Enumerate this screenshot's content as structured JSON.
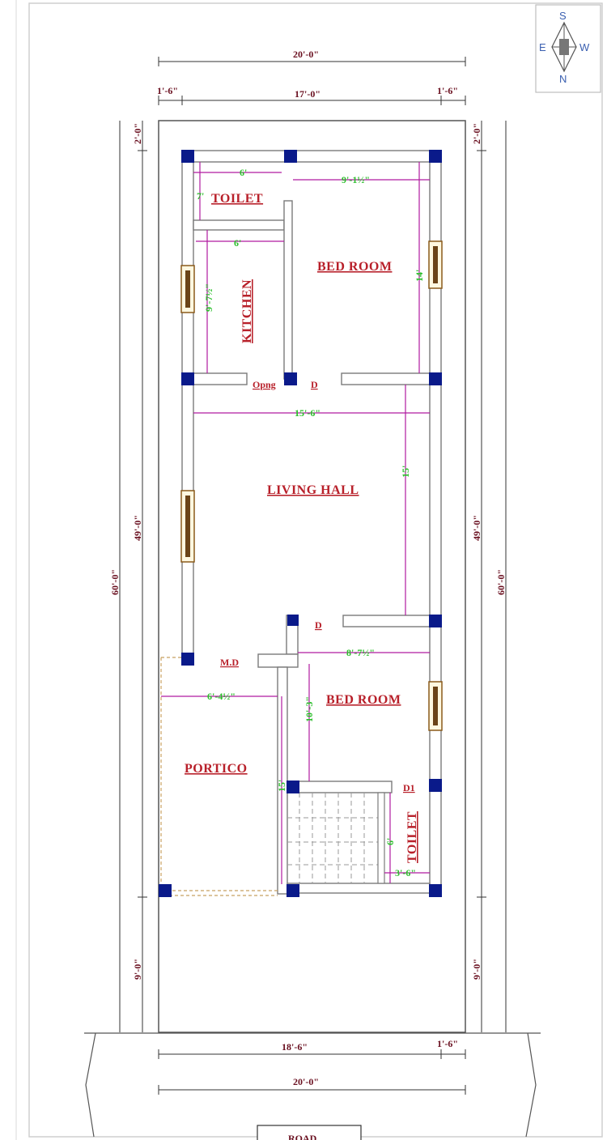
{
  "rooms": {
    "toilet_top": "TOILET",
    "bed_room_top": "BED ROOM",
    "kitchen": "KITCHEN",
    "living_hall": "LIVING HALL",
    "bed_room_bottom": "BED ROOM",
    "portico": "PORTICO",
    "toilet_bottom": "TOILET"
  },
  "doors": {
    "opening": "Opng",
    "d_top": "D",
    "d_mid": "D",
    "main_door": "M.D",
    "d1": "D1"
  },
  "dimensions": {
    "outer_width_top": "20'-0\"",
    "setback_left": "1'-6\"",
    "inner_width": "17'-0\"",
    "setback_right": "1'-6\"",
    "front_setback_left": "2'-0\"",
    "front_setback_right": "2'-0\"",
    "building_depth_left": "49'-0\"",
    "building_depth_right": "49'-0\"",
    "total_depth_left": "60'-0\"",
    "total_depth_right": "60'-0\"",
    "rear_setback_left": "9'-0\"",
    "rear_setback_right": "9'-0\"",
    "bottom_width": "18'-6\"",
    "bottom_setback": "1'-6\"",
    "outer_width_bottom": "20'-0\""
  },
  "room_dimensions": {
    "toilet_top_width": "6'",
    "toilet_top_depth": "7'",
    "bed_room_top_width": "9'-1½\"",
    "bed_room_top_depth": "14'",
    "kitchen_width": "6'",
    "kitchen_depth": "9'-7½\"",
    "living_hall_width": "15'-6\"",
    "living_hall_depth": "15'",
    "bed_room_bottom_width": "8'-7½\"",
    "bed_room_bottom_depth": "10'-3\"",
    "portico_width": "6'-4½\"",
    "portico_depth": "15'",
    "toilet_bottom_depth": "6'",
    "toilet_bottom_width": "3'-6\""
  },
  "compass": {
    "north": "N",
    "south": "S",
    "east": "E",
    "west": "W"
  },
  "road_label": "ROAD",
  "colors": {
    "wall": "#8a8a8a",
    "column": "#0a1a8a",
    "window": "#8a5a1a",
    "dimension_line": "#b01aa0",
    "room_label": "#b8202a",
    "green_dim": "#2bbf2b"
  }
}
